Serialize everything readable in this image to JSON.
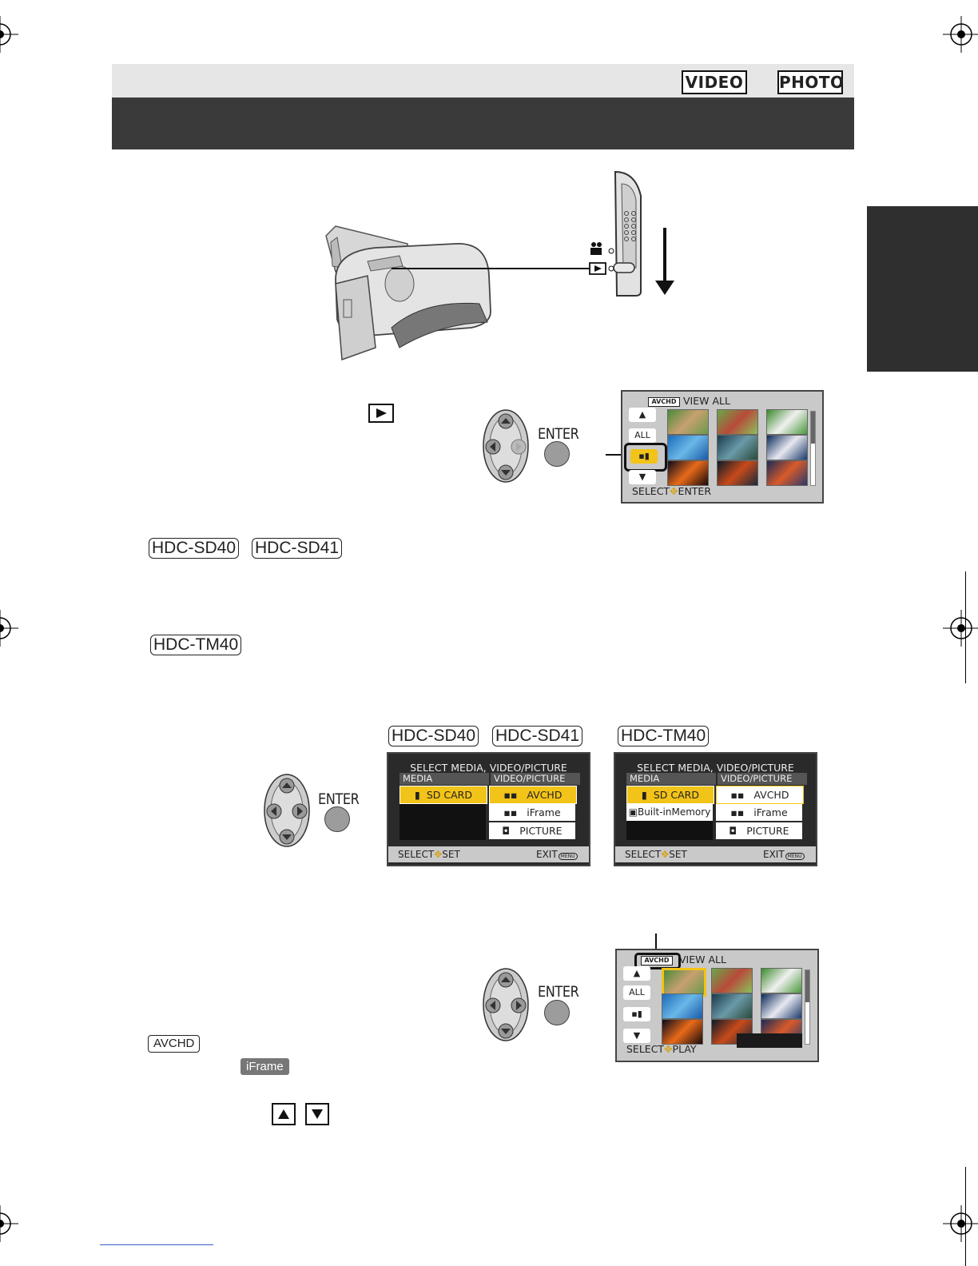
{
  "header": {
    "tags": [
      "VIDEO",
      "PHOTO"
    ],
    "title": ""
  },
  "step1": {
    "play_icon": "playback-mode-icon",
    "pad_enter_label": "ENTER"
  },
  "thumb_screen": {
    "format_badge": "AVCHD",
    "title": "VIEW ALL",
    "buttons": [
      "ALL"
    ],
    "footer": "SELECT",
    "footer_action": "ENTER"
  },
  "models_a": [
    "HDC-SD40",
    "HDC-SD41"
  ],
  "models_b": [
    "HDC-TM40"
  ],
  "media_screens": {
    "labels_left": [
      "HDC-SD40",
      "HDC-SD41"
    ],
    "label_right": "HDC-TM40",
    "enter_label": "ENTER",
    "title": "SELECT MEDIA, VIDEO/PICTURE",
    "col_media": "MEDIA",
    "col_video": "VIDEO/PICTURE",
    "media_left": [
      "SD CARD"
    ],
    "media_right": [
      "SD CARD",
      "Built-inMemory"
    ],
    "video_items": [
      "AVCHD",
      "iFrame",
      "PICTURE"
    ],
    "footer_select": "SELECT",
    "footer_set": "SET",
    "footer_exit": "EXIT",
    "menu_badge": "MENU"
  },
  "play_screen": {
    "format_badge": "AVCHD",
    "title": "VIEW ALL",
    "buttons": [
      "ALL"
    ],
    "footer": "SELECT",
    "footer_action": "PLAY",
    "enter_label": "ENTER"
  },
  "format_tags": {
    "avchd": "AVCHD",
    "iframe": "iFrame"
  },
  "colors": {
    "header_light": "#e6e6e6",
    "header_dark": "#3a3a3a",
    "side_tab": "#2f2f2f",
    "highlight": "#f2c318",
    "screen_bg": "#c9c9c9"
  }
}
